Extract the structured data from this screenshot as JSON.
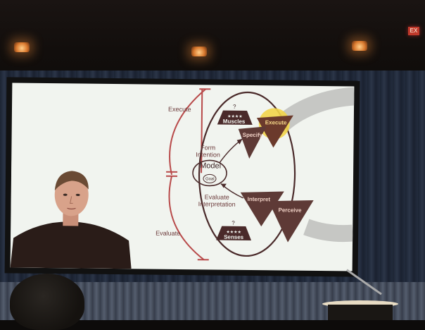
{
  "slide": {
    "labels": {
      "execute_left": "Execute",
      "evaluate_left": "Evaluate",
      "form_intention": "Form\nIntention",
      "evaluate_interpretation": "Evaluate\nInterpretation",
      "model": "Model",
      "goal": "Goal",
      "muscles": "Muscles",
      "senses": "Senses",
      "question_mark_top": "?",
      "question_mark_bottom": "?",
      "specify": "Specify",
      "execute": "Execute",
      "interpret": "Interpret",
      "perceive": "Perceive"
    },
    "colors": {
      "background": "#f1f4ef",
      "dark_maroon": "#4a2a2a",
      "triangle_brown": "#5e3a36",
      "execute_brown": "#6b3a2c",
      "highlight_yellow": "#f2d54a",
      "bracket_red": "#b84a4a",
      "ring_gray": "#c6c7c4"
    }
  },
  "scene": {
    "exit_sign": "EX"
  }
}
